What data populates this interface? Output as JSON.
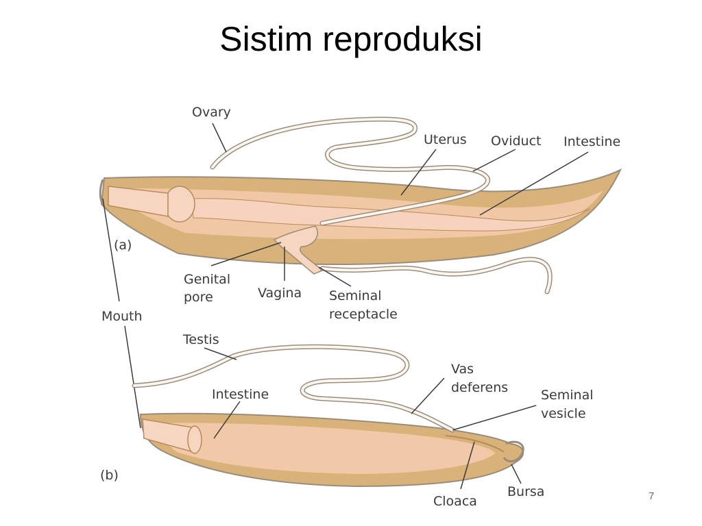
{
  "slide": {
    "title": "Sistim reproduksi",
    "page_number": "7"
  },
  "colors": {
    "body_tan": "#d9b27a",
    "body_inner": "#f2c9a8",
    "outline": "#9a8c7a",
    "label_text": "#3a3a3a"
  },
  "figure_a": {
    "panel_label": "(a)",
    "labels": {
      "ovary": "Ovary",
      "uterus": "Uterus",
      "oviduct": "Oviduct",
      "intestine": "Intestine",
      "genital_pore_1": "Genital",
      "genital_pore_2": "pore",
      "vagina": "Vagina",
      "seminal_receptacle_1": "Seminal",
      "seminal_receptacle_2": "receptacle"
    }
  },
  "shared": {
    "mouth": "Mouth"
  },
  "figure_b": {
    "panel_label": "(b)",
    "labels": {
      "testis": "Testis",
      "intestine": "Intestine",
      "vas_deferens_1": "Vas",
      "vas_deferens_2": "deferens",
      "seminal_vesicle_1": "Seminal",
      "seminal_vesicle_2": "vesicle",
      "cloaca": "Cloaca",
      "bursa": "Bursa"
    }
  }
}
